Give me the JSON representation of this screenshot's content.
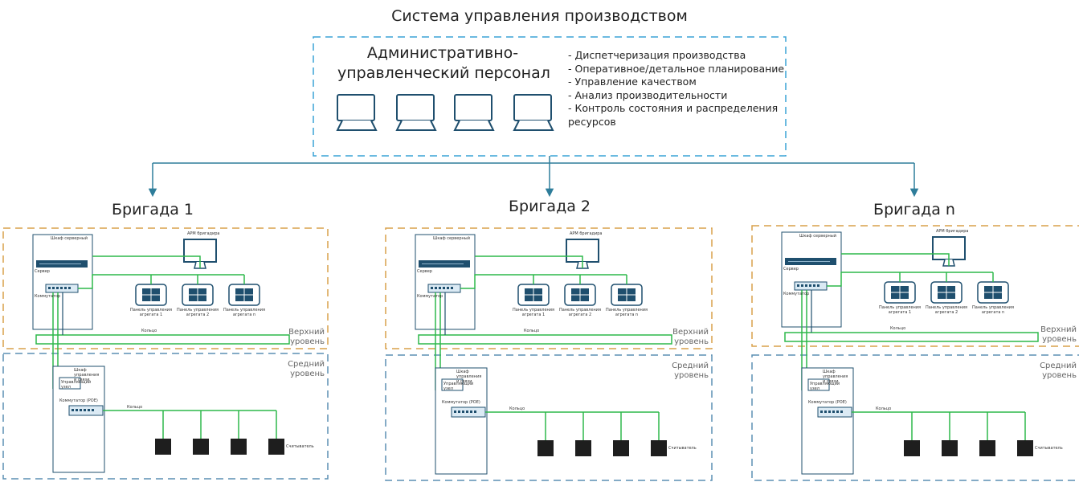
{
  "title": "Система управления производством",
  "admin": {
    "title_line1": "Административно-",
    "title_line2": "управленческий персонал",
    "functions": [
      "- Диспетчеризация производства",
      "- Оперативное/детальное планирование",
      "- Управление качеством",
      "- Анализ производительности",
      "- Контроль состояния и распределения",
      "ресурсов"
    ]
  },
  "brigades": [
    {
      "name": "Бригада 1",
      "cabinet_label": "Шкаф серверный",
      "server_label": "Сервер",
      "switch_label": "Коммутатор",
      "arm_label": "АРМ бригадира",
      "panels": [
        "Панель управления агрегата 1",
        "Панель управления агрегата 2",
        "Панель управления агрегата n"
      ],
      "ring_label": "Кольцо",
      "upper_level": "Верхний уровень",
      "middle_level": "Средний уровень",
      "mid_cabinet_label": "Шкаф управления и связи",
      "mid_block_label": "Управляющий узел",
      "mid_switch_label": "Коммутатор (POE)",
      "mid_line_label": "Кольцо",
      "sensor_label": "Считыватель"
    },
    {
      "name": "Бригада 2",
      "cabinet_label": "Шкаф серверный",
      "server_label": "Сервер",
      "switch_label": "Коммутатор",
      "arm_label": "АРМ бригадира",
      "panels": [
        "Панель управления агрегата 1",
        "Панель управления агрегата 2",
        "Панель управления агрегата n"
      ],
      "ring_label": "Кольцо",
      "upper_level": "Верхний уровень",
      "middle_level": "Средний уровень",
      "mid_cabinet_label": "Шкаф управления и связи",
      "mid_block_label": "Управляющий узел",
      "mid_switch_label": "Коммутатор (POE)",
      "mid_line_label": "Кольцо",
      "sensor_label": "Считыватель"
    },
    {
      "name": "Бригада n",
      "cabinet_label": "Шкаф серверный",
      "server_label": "Сервер",
      "switch_label": "Коммутатор",
      "arm_label": "АРМ бригадира",
      "panels": [
        "Панель управления агрегата 1",
        "Панель управления агрегата 2",
        "Панель управления агрегата n"
      ],
      "ring_label": "Кольцо",
      "upper_level": "Верхний уровень",
      "middle_level": "Средний уровень",
      "mid_cabinet_label": "Шкаф управления и связи",
      "mid_block_label": "Управляющий узел",
      "mid_switch_label": "Коммутатор (POE)",
      "mid_line_label": "Кольцо",
      "sensor_label": "Считыватель"
    }
  ],
  "colors": {
    "admin_border": "#3aa3d6",
    "upper_border": "#d9a04a",
    "middle_border": "#5b8fb3",
    "link_blue": "#2e7d9a",
    "link_green": "#2db84a",
    "device_blue": "#1f4f6e",
    "monitor_fill": "#ffffff",
    "sensor_fill": "#1e1e1e"
  },
  "icons": {
    "workstation": "computer-monitor-icon",
    "server": "rack-server-icon",
    "switch": "network-switch-icon",
    "panel": "control-panel-icon",
    "sensor": "reader-icon"
  }
}
